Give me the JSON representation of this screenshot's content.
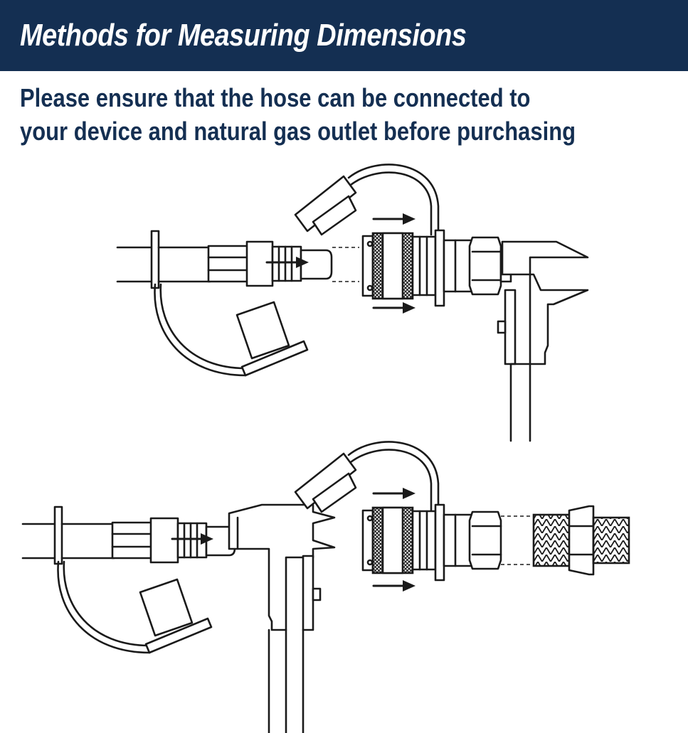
{
  "header": {
    "title": "Methods for Measuring Dimensions",
    "background_color": "#142f52",
    "text_color": "#ffffff"
  },
  "subtitle": {
    "line1": "Please ensure that the hose can be connected to",
    "line2": "your device and natural gas outlet before purchasing",
    "color": "#142f52"
  },
  "illustrations": [
    {
      "name": "measuring-quick-connect-socket",
      "icon": "caliper-icon"
    },
    {
      "name": "measuring-male-plug",
      "icon": "caliper-icon"
    }
  ]
}
